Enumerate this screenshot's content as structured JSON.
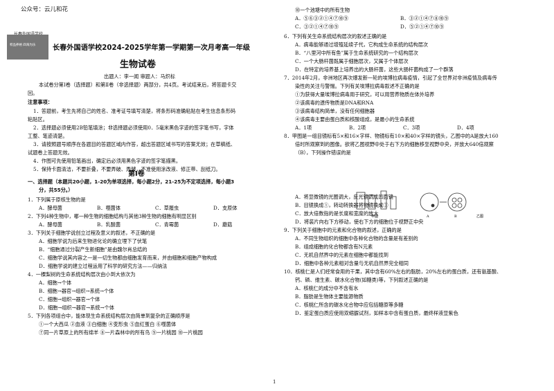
{
  "watermark": "公众号：云儿和花",
  "logo": {
    "mark": "长春外国语学校",
    "caption": "积品养格 四海为乐"
  },
  "header": {
    "title": "长春外国语学校2024-2025学年第一学期第一次月考高一年级",
    "subject": "生物试卷",
    "authors": "出题人：李一闻      审题人：马炽标",
    "intro1": "本试卷分第Ⅰ卷（选择题）和第Ⅱ卷（非选择题）两部分，共4页。考试结束后，将答题卡交",
    "intro2": "回。"
  },
  "notes": {
    "heading": "注意事项：",
    "items": [
      "1．答题前，考生先将自己的姓名、准考证号填写清楚，将条形码准确粘贴在考生信息条形码",
      "粘贴区。",
      "2．选择题必须使用2B铅笔填涂；非选择题必须使用0．5毫米黑色字迹的签字笔书写，字体",
      "工整、笔迹清楚。",
      "3．请按照题号顺序在各题目的答题区域内作答，超出答题区域书写的答案无效；在草稿纸、",
      "试题卷上答题无效。",
      "4．作图可先使用铅笔画出，确定后必须用黑色字迹的签字笔描黑。",
      "5．保持卡面清洁，不要折叠，不要弄破、弄皱，不准使用涂改液、修正带、刮纸刀。"
    ]
  },
  "section": {
    "title": "第Ⅰ卷",
    "instr1": "一、选择题（本题共20小题，1-20为单项选择，每小题2分，21-25为不定项选择，每小题3",
    "instr2": "分，共55分。）"
  },
  "left_questions": [
    {
      "stem": "1．下列属于原核生物的是",
      "opts": [
        "A．酵母菌",
        "B．噬菌体",
        "C．草履虫",
        "D．支原体"
      ]
    },
    {
      "stem": "2．下列4种生物中，哪一种生物的细胞结构与其他3种生物的细胞有明显区别",
      "opts": [
        "A．酵母菌",
        "B．乳酸菌",
        "C．青霉菌",
        "D．蘑菇"
      ]
    },
    {
      "stem": "3．下列关于细胞学说创立过程及意义的叙述，不正确的是",
      "lines": [
        "A．细胞学说为后来生物进化论的确立埋下了伏笔",
        "B．“细胞通过分裂产生新细胞”是由魏尔肖总结的",
        "C．细胞学说其内容之一是一切生物都由细胞发育而来，并由细胞和细胞产物构成",
        "D．细胞学说的建立过程运用了科学的研究方法——归纳法"
      ]
    },
    {
      "stem": "4．一棵梨树的生命系统结构层次由小到大依次为",
      "lines": [
        "A．细胞→个体",
        "B．细胞→器官→组织→系统→个体",
        "C．细胞→组织→器官→个体",
        "D．细胞→组织→器官→系统→个体"
      ]
    },
    {
      "stem": "5．下列各项组合中，能体现生命系统结构层次由简单到复杂的正确顺序是",
      "lines": [
        "①一个大西瓜     ②血液     ③白细胞     ④变形虫     ⑤血红蛋白     ⑥噬菌体",
        "⑦同一片草原上的所有绵羊   ⑧一片森林中的所有鸟   ⑨一片桃园   ⑩一片桃园"
      ]
    }
  ],
  "right_top": "⑩一个池塘中的所有生物",
  "q5opts": [
    "A．⑤⑥③②①④⑦⑩⑨",
    "B．③②①④⑦⑧⑩⑨",
    "C．③②①④⑦⑩⑨",
    "D．⑤②①④⑦⑩⑨"
  ],
  "right_questions": [
    {
      "stem": "6．下列有关生命系统结构层次的叙述正确的是",
      "lines": [
        "A．病毒能够通过增殖延续子代，它构成生命系统的结构层次",
        "B．“八里河中所有鱼”属于生命系统研究的一个结构层次",
        "C．一个大肠杆菌既属于细胞层次，又属于个体层次",
        "D．在特定的培养基上培养出的大肠杆菌，这些大肠杆菌构成了一个群落"
      ]
    },
    {
      "stem": "7．2014年2月，非洲地区再次爆发新一轮的埃博拉病毒疫情，引起了全世界对非洲疫情及病毒传",
      "lines": [
        "染性的关注与警惕。下列有关埃博拉病毒叙述不正确的是",
        "①为获得大量埃博拉病毒用于研究，可以用营养物质在体外培养",
        "②该病毒的遗传物质是DNA和RNA",
        "③该病毒结构简单，没有任何细胞器",
        "④该病毒主要由蛋白质和核酸组成，是最小的生命系统"
      ],
      "opts": [
        "A．1项",
        "B．2项",
        "C．3项",
        "D．4项"
      ]
    },
    {
      "stem": "8．甲图是一组目镜标有5×和16×字样、物镜标有10×和40×字样的镜头，乙图中的A是放大160",
      "lines": [
        "倍时所观察到的图像。欲将乙图视野中处于右下方的细胞移至视野中央，并放大640倍观察",
        "（B），下列操作错误的是"
      ]
    },
    {
      "stem": "",
      "lines": [
        "A．将显微镜的光圈调大，反光镜调成凹面镜",
        "B．目镜换成①，转动转换器将物镜换成③",
        "C．放大倍数指的是长度和宽度的放大",
        "D．将装片向右下方移动，使右下方的细胞位于视野正中央"
      ]
    },
    {
      "stem": "9．下列关于细胞中的元素和化合物的叙述，正确的是",
      "lines": [
        "A．不同生物组织的细胞中各种化合物的含量是有差别的",
        "B．组成细胞的化合物都含有N元素",
        "C．无机自然界中的元素在细胞中都能找到",
        "D．细胞中各种元素相对含量与无机自然界完全相同"
      ]
    },
    {
      "stem": "10．核桃仁是人们经常食用的干果，其中含有60%左右的脂肪，20%左右的蛋白质，还有氨基酸、",
      "lines": [
        "钙、磷、维生素、碳水化合物(如糖类)等，下列叙述正确的是",
        "A．核桃仁的成分中不含有水",
        "B．脂肪是生物体主要能源物质",
        "C．核桃仁所含的碳水化合物中应包括糖原等多糖",
        "D．鉴定蛋白质应使用双缩脲试剂，如样本中含有蛋白质，最终样液显紫色"
      ]
    }
  ],
  "figure": {
    "label_a": "甲图",
    "label_b": "乙图",
    "tag_a": "A",
    "tag_b": "B"
  },
  "page_number": "1"
}
